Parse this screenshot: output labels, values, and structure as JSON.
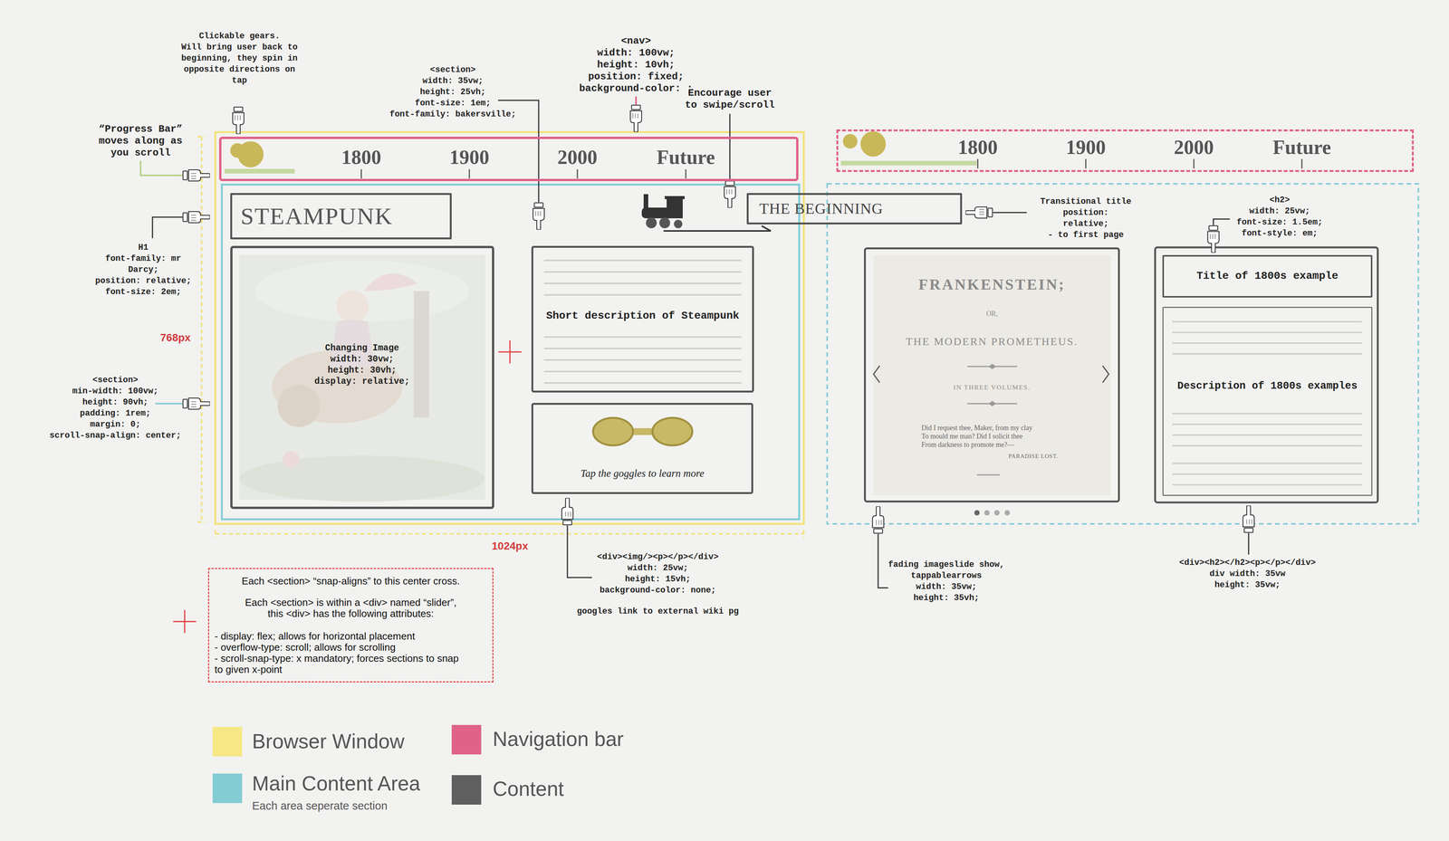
{
  "diagram": {
    "nodes": [
      {
        "text": [
          "1800",
          "1900",
          "2000",
          "Future"
        ]
      },
      {
        "text": [
          "STEAMPUNK"
        ]
      },
      {
        "text": [
          "Changing Image width: 30vw; height: 30vh; display: relative;"
        ]
      },
      {
        "text": [
          "Short description of Steampunk"
        ]
      },
      {
        "text": [
          "Tap the goggles to learn more"
        ]
      },
      {
        "text": [
          "THE BEGINNING"
        ]
      },
      {
        "text": [
          "1800",
          "1900",
          "2000",
          "Future"
        ]
      },
      {
        "text": [
          "FRANKENSTEIN;",
          "OR,",
          "THE MODERN PROMETHEUS.",
          "IN THREE VOLUMES.",
          "Did I request thee, Maker, from my clay To mould me man? Did I solicit thee From darkness to promote me?—",
          "PARADISE LOST."
        ]
      },
      {
        "text": [
          "Title of 1800s example"
        ]
      },
      {
        "text": [
          "Description of 1800s examples"
        ]
      },
      {
        "text": [
          "Each <section> “snap-aligns” to this center cross.",
          "Each <section> is within a <div> named “slider”, this <div> has the following attributes:",
          "- display: flex; allows for horizontal placement",
          "- overflow-type: scroll; allows for scrolling",
          "- scroll-snap-type: x mandatory; forces sections to snap to given x-point"
        ]
      }
    ],
    "labels": [
      "Clickable gears. Will bring user back to beginning, they spin in opposite directions on tap",
      "<section> width: 35vw; height: 25vh; font-size: 1em; font-family: bakersville;",
      "<nav> width: 100vw; height: 10vh; position: fixed; background-color: ;",
      "Encourage user to swipe/scroll",
      "“Progress Bar” moves along as you scroll",
      "H1 font-family: mr Darcy; position: relative; font-size: 2em;",
      "768px",
      "<section> min-width: 100vw; height: 90vh; padding: 1rem; margin: 0; scroll-snap-align: center;",
      "1024px",
      "<div><img/><p></p></div> width: 25vw; height: 15vh; background-color: none;",
      "googles link to external wiki pg",
      "Transitional title position: relative; - to first page",
      "<h2> width: 25vw; font-size: 1.5em; font-style: em;",
      "fading imageslide show, tappablearrows width: 35vw; height: 35vh;",
      "<div><h2></h2><p></p></div> div width: 35vw height: 35vw;",
      "Each area seperate section"
    ],
    "legend": [
      {
        "text": "Browser Window",
        "color": "#f6e884"
      },
      {
        "text": "Navigation bar",
        "color": "#e0628a"
      },
      {
        "text": "Main Content Area",
        "color": "#84ccd4"
      },
      {
        "text": "Content",
        "color": "#5f5f5f"
      }
    ]
  }
}
